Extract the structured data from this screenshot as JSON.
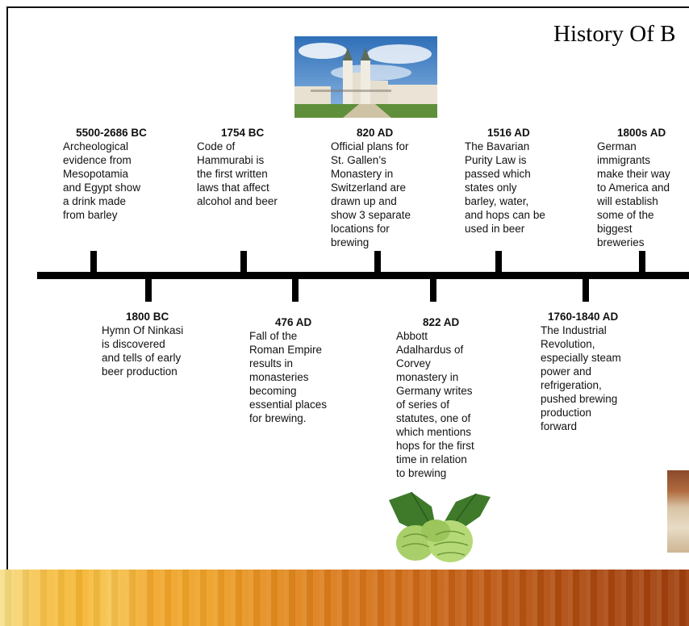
{
  "title": "History Of B",
  "colors": {
    "axis": "#000000",
    "band_start": "#f7e08a",
    "band_end": "#9f3f0d"
  },
  "events_top": [
    {
      "date": "5500-2686 BC",
      "desc": "Archeological\nevidence from\nMesopotamia\nand Egypt show\na drink made\nfrom barley"
    },
    {
      "date": "1754 BC",
      "desc": "Code of\nHammurabi is\nthe first written\nlaws that affect\nalcohol and beer"
    },
    {
      "date": "820 AD",
      "desc": "Official plans for\nSt. Gallen’s\nMonastery in\nSwitzerland are\ndrawn up and\nshow 3 separate\nlocations for\nbrewing"
    },
    {
      "date": "1516 AD",
      "desc": "The Bavarian\nPurity Law is\npassed which\nstates only\nbarley, water,\nand hops can be\nused in beer"
    },
    {
      "date": "1800s AD",
      "desc": "German\nimmigrants\nmake their way\nto America and\nwill establish\nsome of the\nbiggest\nbreweries"
    }
  ],
  "events_bottom": [
    {
      "date": "1800 BC",
      "desc": "Hymn Of Ninkasi\nis discovered\nand tells of early\nbeer production"
    },
    {
      "date": "476 AD",
      "desc": "Fall of the\nRoman Empire\nresults in\nmonasteries\nbecoming\nessential places\nfor brewing."
    },
    {
      "date": "822 AD",
      "desc": "Abbott\nAdalhardus of\nCorvey\nmonastery in\nGermany  writes\nof series of\nstatutes, one of\nwhich mentions\nhops for the first\ntime in relation\nto brewing"
    },
    {
      "date": "1760-1840 AD",
      "desc": "The Industrial\nRevolution,\nespecially steam\npower and\nrefrigeration,\npushed brewing\nproduction\nforward"
    }
  ],
  "images": {
    "abbey": "abbey-photo",
    "hops": "hops-illustration",
    "side": "grain-photo",
    "band": "beer-texture-band"
  }
}
